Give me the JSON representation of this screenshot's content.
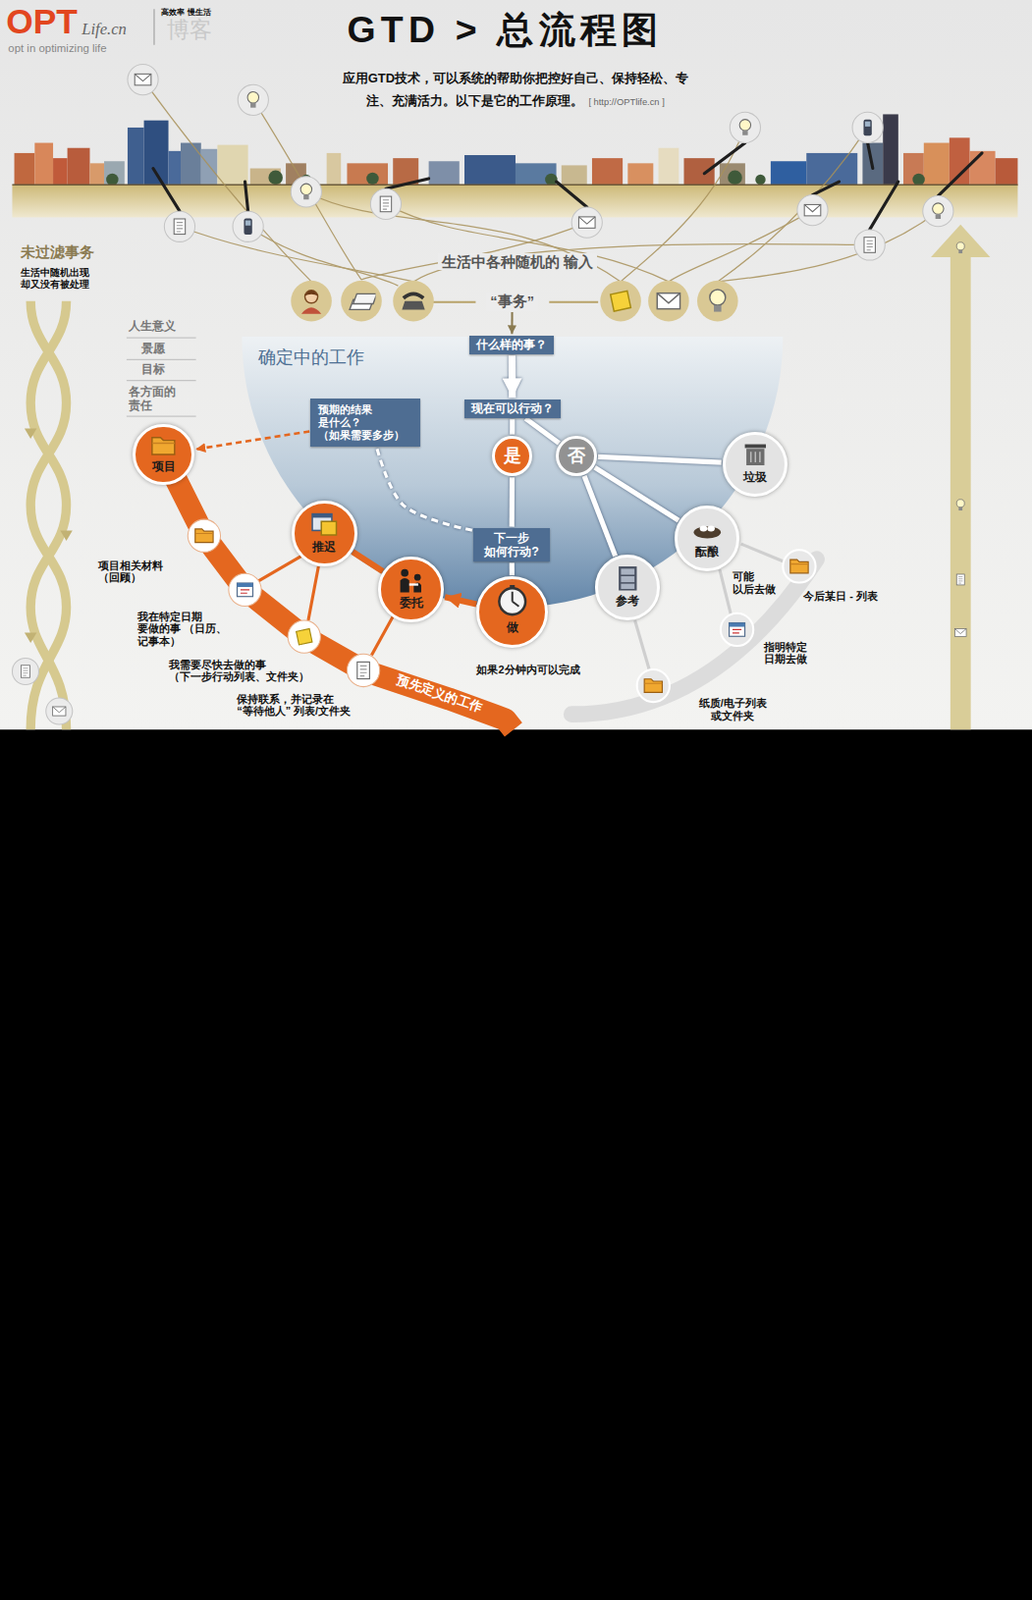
{
  "diagram": {
    "title": "GTD > 总流程图",
    "caption": "应用GTD技术，可以系统的帮助你把控好自己、保持轻松、专注、充满活力。以下是它的工作原理。",
    "nodes": [
      {
        "text": [
          "“事务”"
        ]
      },
      {
        "text": [
          "什么样的事？"
        ]
      },
      {
        "text": [
          "现在可以行动？"
        ]
      },
      {
        "text": [
          "预期的结果 是什么？ （如果需要多步）"
        ]
      },
      {
        "text": [
          "项目"
        ]
      },
      {
        "text": [
          "是"
        ]
      },
      {
        "text": [
          "否"
        ]
      },
      {
        "text": [
          "垃圾"
        ]
      },
      {
        "text": [
          "推迟"
        ]
      },
      {
        "text": [
          "委托"
        ]
      },
      {
        "text": [
          "下一步 如何行动?"
        ]
      },
      {
        "text": [
          "酝酿"
        ]
      },
      {
        "text": [
          "参考"
        ]
      },
      {
        "text": [
          "做"
        ]
      }
    ],
    "edges": [
      {
        "from": 0,
        "to": 1,
        "arrow": "to"
      },
      {
        "from": 1,
        "to": 2,
        "arrow": "to"
      },
      {
        "from": 2,
        "to": 5,
        "arrow": "none"
      },
      {
        "from": 2,
        "to": 6,
        "arrow": "none"
      },
      {
        "from": 6,
        "to": 7,
        "arrow": "none"
      },
      {
        "from": 6,
        "to": 11,
        "arrow": "none"
      },
      {
        "from": 6,
        "to": 12,
        "arrow": "none"
      },
      {
        "from": 5,
        "to": 10,
        "arrow": "none"
      },
      {
        "from": 10,
        "to": 13,
        "arrow": "none"
      },
      {
        "from": 13,
        "to": 9,
        "arrow": "to"
      },
      {
        "from": 9,
        "to": 8,
        "arrow": "none"
      },
      {
        "from": 3,
        "to": 4,
        "arrow": "to"
      },
      {
        "from": 10,
        "to": 3,
        "arrow": "none"
      }
    ],
    "labels": [
      "OPT",
      "Life.cn",
      "opt in optimizing life",
      "高效率 慢生活",
      "博客",
      "[ http://OPTlife.cn ]",
      "未过滤事务",
      "生活中随机出现 却又没有被处理",
      "生活中各种随机的 输入",
      "确定中的工作",
      "人生意义",
      "景愿",
      "目标",
      "各方面的 责任",
      "项目相关材料 （回顾）",
      "我在特定日期 要做的事 （日历、记事本）",
      "我需要尽快去做的事 （下一步行动列表、文件夹）",
      "保持联系，并记录在 “等待他人” 列表/文件夹",
      "预先定义的工作",
      "如果2分钟内可以完成",
      "可能 以后去做",
      "今后某日 - 列表",
      "指明特定 日期去做",
      "纸质/电子列表 或文件夹"
    ]
  }
}
